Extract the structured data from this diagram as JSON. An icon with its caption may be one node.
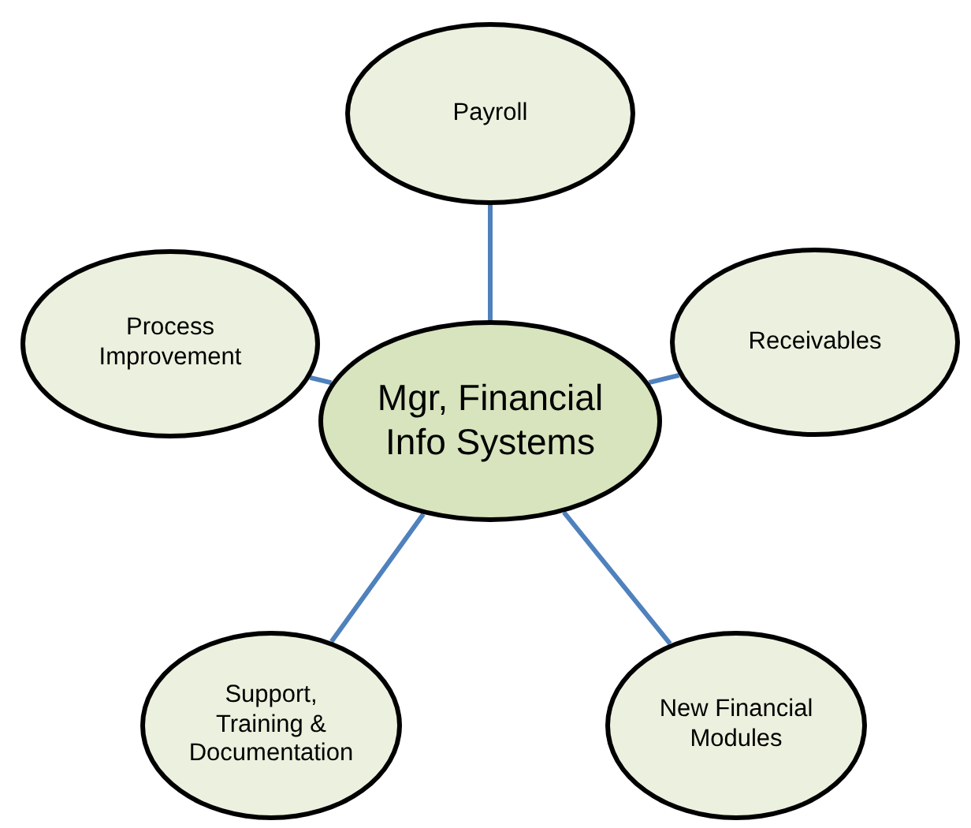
{
  "diagram": {
    "nodes": [
      {
        "text": [
          "Payroll"
        ]
      },
      {
        "text": [
          "Process Improvement"
        ]
      },
      {
        "text": [
          "Receivables"
        ]
      },
      {
        "text": [
          "Mgr, Financial Info Systems"
        ]
      },
      {
        "text": [
          "Support, Training & Documentation"
        ]
      },
      {
        "text": [
          "New Financial Modules"
        ]
      }
    ],
    "edges": [
      {
        "from": 3,
        "to": 0,
        "arrow": "none"
      },
      {
        "from": 3,
        "to": 2,
        "arrow": "none"
      },
      {
        "from": 3,
        "to": 1,
        "arrow": "none"
      },
      {
        "from": 3,
        "to": 5,
        "arrow": "none"
      },
      {
        "from": 3,
        "to": 4,
        "arrow": "none"
      }
    ]
  }
}
